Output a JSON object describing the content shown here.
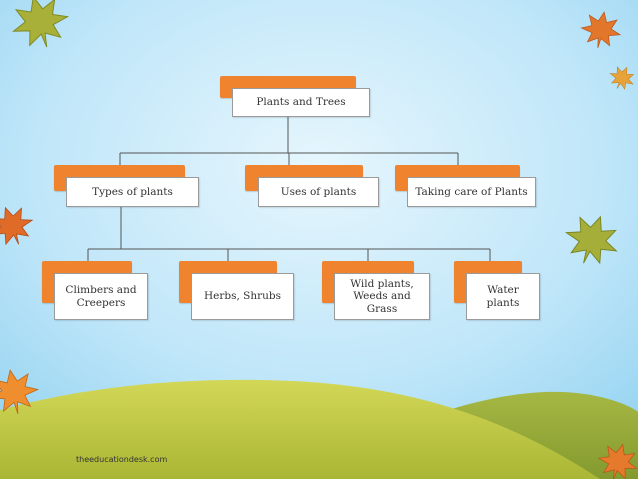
{
  "diagram": {
    "root": {
      "label": "Plants and Trees"
    },
    "level1": [
      {
        "label": "Types of plants"
      },
      {
        "label": "Uses of plants"
      },
      {
        "label": "Taking care of Plants"
      }
    ],
    "level2": [
      {
        "label": "Climbers and Creepers"
      },
      {
        "label": "Herbs, Shrubs"
      },
      {
        "label": "Wild plants, Weeds and Grass"
      },
      {
        "label": "Water plants"
      }
    ]
  },
  "footer": {
    "text": "theeducationdesk.com"
  },
  "colors": {
    "tab": "#f0832e",
    "sky": "#a9def6",
    "hill_front": "#bcc23f",
    "hill_back": "#93a83a",
    "connector": "#555555"
  },
  "icons": [
    "maple-leaf-icon"
  ]
}
